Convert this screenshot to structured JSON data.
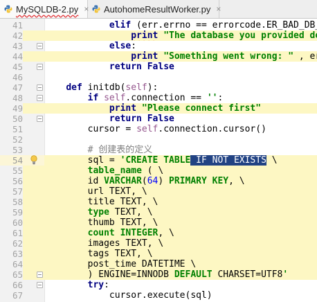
{
  "tabs": [
    {
      "label": "MySQLDB-2.py",
      "active": true,
      "close": "×"
    },
    {
      "label": "AutohomeResultWorker.py",
      "active": false,
      "close": "×"
    }
  ],
  "lines": [
    {
      "n": "41",
      "tokens": [
        [
          "",
          "            "
        ],
        [
          "kw",
          "elif"
        ],
        [
          "",
          " (err.errno == errorcode.ER_BAD_DB_ERROR"
        ]
      ]
    },
    {
      "n": "42",
      "tokens": [
        [
          "",
          "                "
        ],
        [
          "kw squig",
          "print"
        ],
        [
          "",
          " "
        ],
        [
          "str",
          "\"The database you provided does not"
        ]
      ],
      "hl": true
    },
    {
      "n": "43",
      "tokens": [
        [
          "",
          "            "
        ],
        [
          "kw",
          "else"
        ],
        [
          "",
          ":"
        ]
      ],
      "fold": true
    },
    {
      "n": "44",
      "tokens": [
        [
          "",
          "                "
        ],
        [
          "kw squig",
          "print"
        ],
        [
          "",
          " "
        ],
        [
          "str",
          "\"Something went wrong: \""
        ],
        [
          "",
          " , err"
        ]
      ],
      "hl": true
    },
    {
      "n": "45",
      "tokens": [
        [
          "",
          "            "
        ],
        [
          "kw",
          "return"
        ],
        [
          "",
          " "
        ],
        [
          "kw",
          "False"
        ]
      ],
      "fold": true
    },
    {
      "n": "46",
      "tokens": []
    },
    {
      "n": "47",
      "tokens": [
        [
          "",
          "    "
        ],
        [
          "kw",
          "def"
        ],
        [
          "",
          " "
        ],
        [
          "fn",
          "initdb"
        ],
        [
          "",
          "("
        ],
        [
          "slf",
          "self"
        ],
        [
          "",
          "):"
        ]
      ],
      "fold": true
    },
    {
      "n": "48",
      "tokens": [
        [
          "",
          "        "
        ],
        [
          "kw",
          "if"
        ],
        [
          "",
          " "
        ],
        [
          "slf",
          "self"
        ],
        [
          "",
          ".connection == "
        ],
        [
          "str",
          "''"
        ],
        [
          "",
          ":"
        ]
      ],
      "fold": true
    },
    {
      "n": "49",
      "tokens": [
        [
          "",
          "            "
        ],
        [
          "kw squig",
          "print"
        ],
        [
          "",
          " "
        ],
        [
          "str",
          "\"Please connect first\""
        ]
      ],
      "hl": true
    },
    {
      "n": "50",
      "tokens": [
        [
          "",
          "            "
        ],
        [
          "kw",
          "return"
        ],
        [
          "",
          " "
        ],
        [
          "kw",
          "False"
        ]
      ],
      "fold": true
    },
    {
      "n": "51",
      "tokens": [
        [
          "",
          "        cursor = "
        ],
        [
          "slf",
          "self"
        ],
        [
          "",
          ".connection.cursor()"
        ]
      ]
    },
    {
      "n": "52",
      "tokens": []
    },
    {
      "n": "53",
      "tokens": [
        [
          "",
          "        "
        ],
        [
          "cm",
          "# 创建表的定义"
        ]
      ]
    },
    {
      "n": "54",
      "tokens": [
        [
          "",
          "        sql = "
        ],
        [
          "str",
          "'CREATE TABLE"
        ],
        [
          "sel",
          " IF NOT EXISTS"
        ],
        [
          "",
          " \\"
        ]
      ],
      "caret": true,
      "bulb": true
    },
    {
      "n": "55",
      "tokens": [
        [
          "",
          "        "
        ],
        [
          "str",
          "table_name"
        ],
        [
          "",
          " ( \\"
        ]
      ],
      "hl": true
    },
    {
      "n": "56",
      "tokens": [
        [
          "",
          "        id "
        ],
        [
          "str",
          "VARCHAR"
        ],
        [
          "",
          "("
        ],
        [
          "num-lit",
          "64"
        ],
        [
          "",
          ") "
        ],
        [
          "str",
          "PRIMARY KEY"
        ],
        [
          "",
          ", \\"
        ]
      ],
      "hl": true
    },
    {
      "n": "57",
      "tokens": [
        [
          "",
          "        url TEXT, \\"
        ]
      ],
      "hl": true
    },
    {
      "n": "58",
      "tokens": [
        [
          "",
          "        title TEXT, \\"
        ]
      ],
      "hl": true
    },
    {
      "n": "59",
      "tokens": [
        [
          "",
          "        "
        ],
        [
          "str",
          "type"
        ],
        [
          "",
          " TEXT, \\"
        ]
      ],
      "hl": true
    },
    {
      "n": "60",
      "tokens": [
        [
          "",
          "        thumb TEXT, \\"
        ]
      ],
      "hl": true
    },
    {
      "n": "61",
      "tokens": [
        [
          "",
          "        "
        ],
        [
          "str",
          "count INTEGER"
        ],
        [
          "",
          ", \\"
        ]
      ],
      "hl": true
    },
    {
      "n": "62",
      "tokens": [
        [
          "",
          "        images TEXT, \\"
        ]
      ],
      "hl": true
    },
    {
      "n": "63",
      "tokens": [
        [
          "",
          "        tags TEXT, \\"
        ]
      ],
      "hl": true
    },
    {
      "n": "64",
      "tokens": [
        [
          "",
          "        post_time DATETIME \\"
        ]
      ],
      "hl": true
    },
    {
      "n": "65",
      "tokens": [
        [
          "",
          "        ) ENGINE=INNODB "
        ],
        [
          "str",
          "DEFAULT"
        ],
        [
          "",
          " CHARSET=UTF8"
        ],
        [
          "str",
          "'"
        ]
      ],
      "hl": true,
      "fold": true
    },
    {
      "n": "66",
      "tokens": [
        [
          "",
          "        "
        ],
        [
          "kw",
          "try"
        ],
        [
          "",
          ":"
        ]
      ],
      "fold": true
    },
    {
      "n": "67",
      "tokens": [
        [
          "",
          "            cursor.execute(sql)"
        ]
      ]
    }
  ]
}
